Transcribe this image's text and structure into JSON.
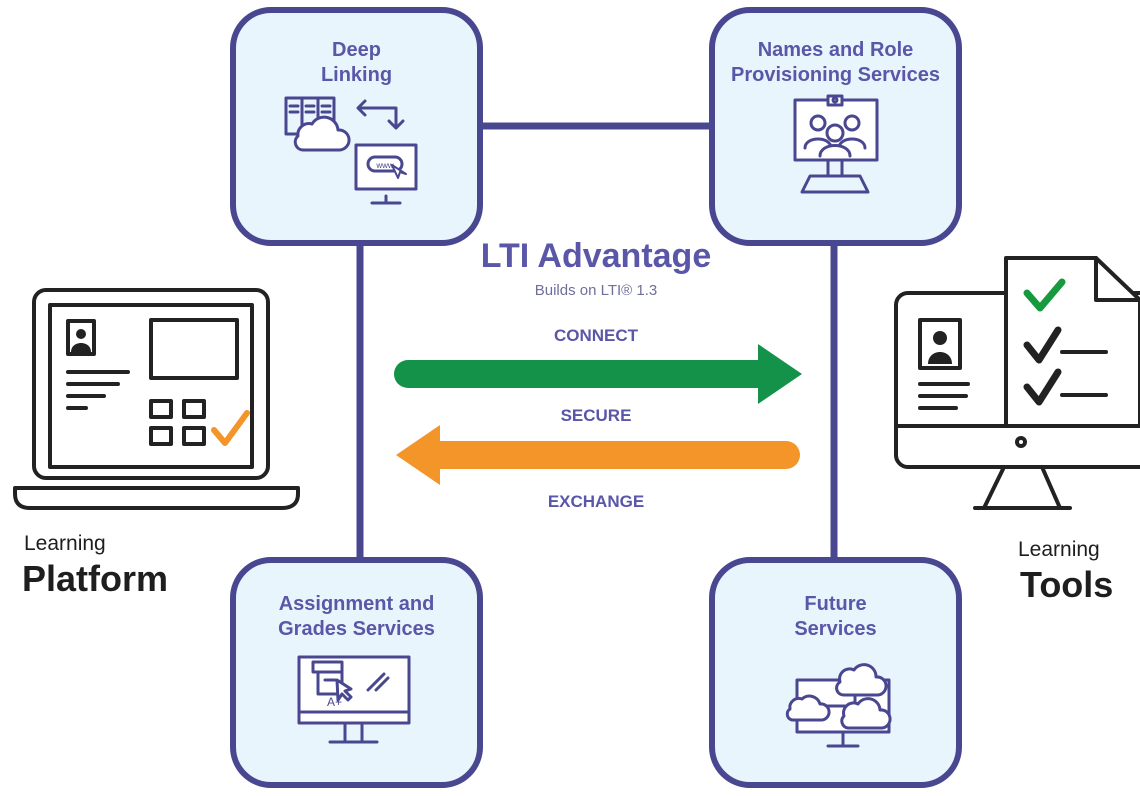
{
  "colors": {
    "frame": "#4a4791",
    "box_fill": "#e9f5fc",
    "title": "#5a56a8",
    "connect_arrow": "#14924a",
    "exchange_arrow": "#f4952a",
    "icon_stroke": "#4a4791",
    "device_stroke": "#222222",
    "check_green": "#17993e",
    "check_orange": "#f4952a"
  },
  "center": {
    "title": "LTI Advantage",
    "subtitle": "Builds on LTI® 1.3",
    "connect": "CONNECT",
    "secure": "SECURE",
    "exchange": "EXCHANGE"
  },
  "services": {
    "deep_linking": {
      "line1": "Deep",
      "line2": "Linking",
      "icon": "server-cloud-web-icon"
    },
    "names_roles": {
      "line1": "Names and Role",
      "line2": "Provisioning Services",
      "icon": "group-monitor-icon"
    },
    "assignment_grades": {
      "line1": "Assignment and",
      "line2": "Grades Services",
      "icon": "grade-monitor-icon"
    },
    "future_services": {
      "line1": "Future",
      "line2": "Services",
      "icon": "cloud-network-icon"
    }
  },
  "platform": {
    "small": "Learning",
    "big": "Platform",
    "icon": "laptop-icon"
  },
  "tools": {
    "small": "Learning",
    "big": "Tools",
    "icon": "desktop-checklist-icon"
  }
}
